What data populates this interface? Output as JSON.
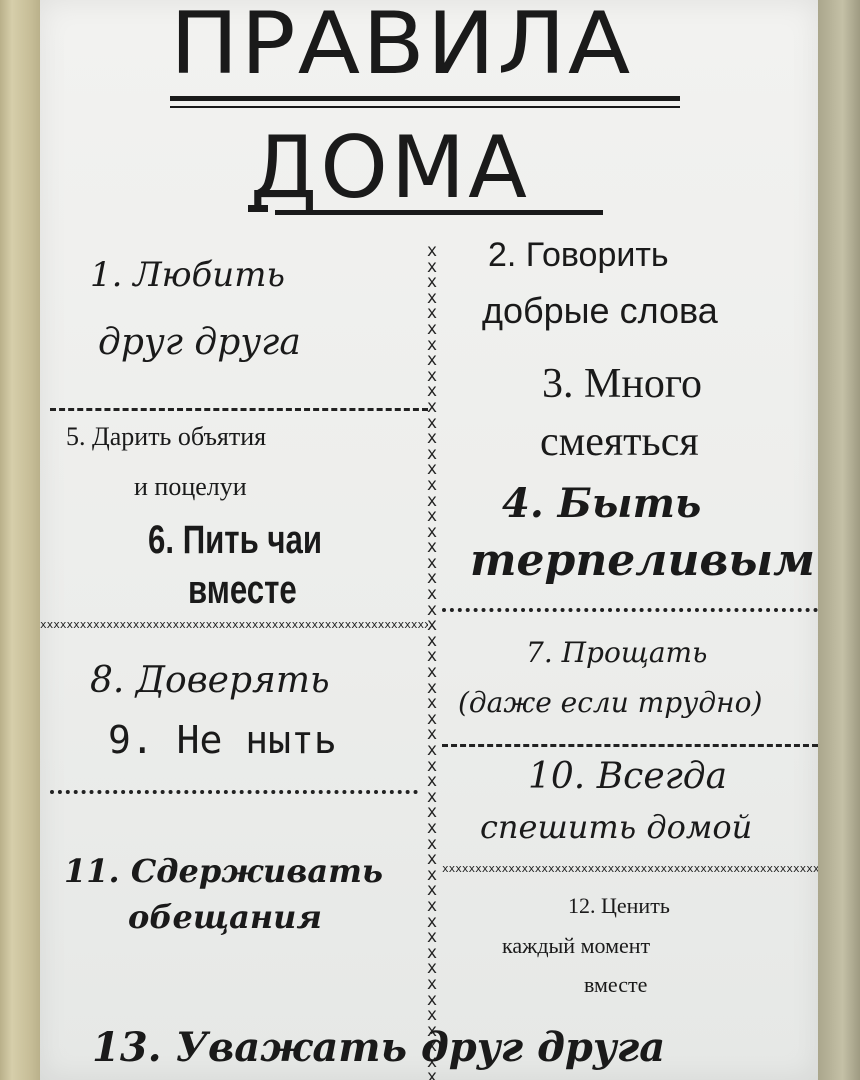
{
  "title": {
    "line1": "ПРАВИЛА",
    "line2": "ДОМА"
  },
  "rules": {
    "r1_a": "1. Любить",
    "r1_b": "друг друга",
    "r2_a": "2. Говорить",
    "r2_b": "добрые слова",
    "r3_a": "3. Много",
    "r3_b": "смеяться",
    "r4_a": "4. Быть",
    "r4_b": "терпеливым",
    "r5_a": "5. Дарить объятия",
    "r5_b": "и поцелуи",
    "r6_a": "6. Пить чаи",
    "r6_b": "вместе",
    "r7_a": "7. Прощать",
    "r7_b": "(даже если трудно)",
    "r8": "8. Доверять",
    "r9": "9. Не ныть",
    "r10_a": "10. Всегда",
    "r10_b": "спешить домой",
    "r11_a": "11. Сдерживать",
    "r11_b": "обещания",
    "r12_a": "12. Ценить",
    "r12_b": "каждый момент",
    "r12_c": "вместе",
    "r13": "13. Уважать друг друга"
  },
  "dividers": {
    "x_column": "xxxxxxxxxxxxxxxxxxxxxxxxxxxxxxxxxxxxxxxxxxxxxxxxxxxxxx",
    "x_row": "xxxxxxxxxxxxxxxxxxxxxxxxxxxxxxxxxxxxxxxxxxxxxxxxxxxxxxxxxxxxxxxx"
  }
}
